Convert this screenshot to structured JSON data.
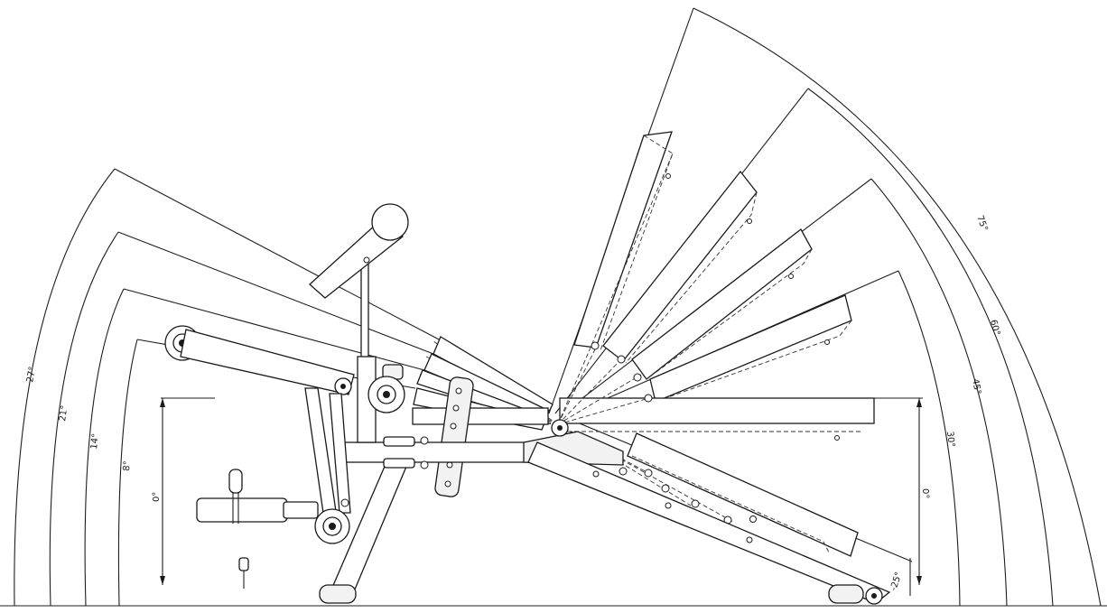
{
  "diagram": {
    "left_angle_labels": [
      "27°",
      "21°",
      "14°",
      "8°",
      "0°"
    ],
    "right_angle_labels": [
      "75°",
      "60°",
      "45°",
      "30°",
      "0°",
      "-25°"
    ]
  }
}
